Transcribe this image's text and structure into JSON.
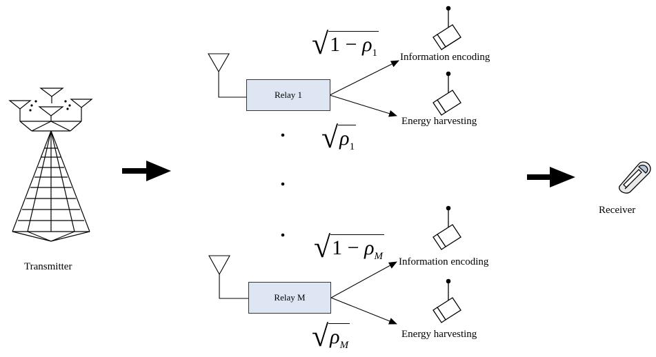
{
  "labels": {
    "transmitter": "Transmitter",
    "receiver": "Receiver",
    "info_encoding": "Information encoding",
    "energy_harvesting": "Energy harvesting"
  },
  "relays": [
    {
      "label": "Relay 1",
      "sub": "1"
    },
    {
      "label": "Relay M",
      "sub": "M"
    }
  ],
  "math": {
    "one_minus": "1 − ",
    "rho": "ρ",
    "sqrt": "√"
  }
}
